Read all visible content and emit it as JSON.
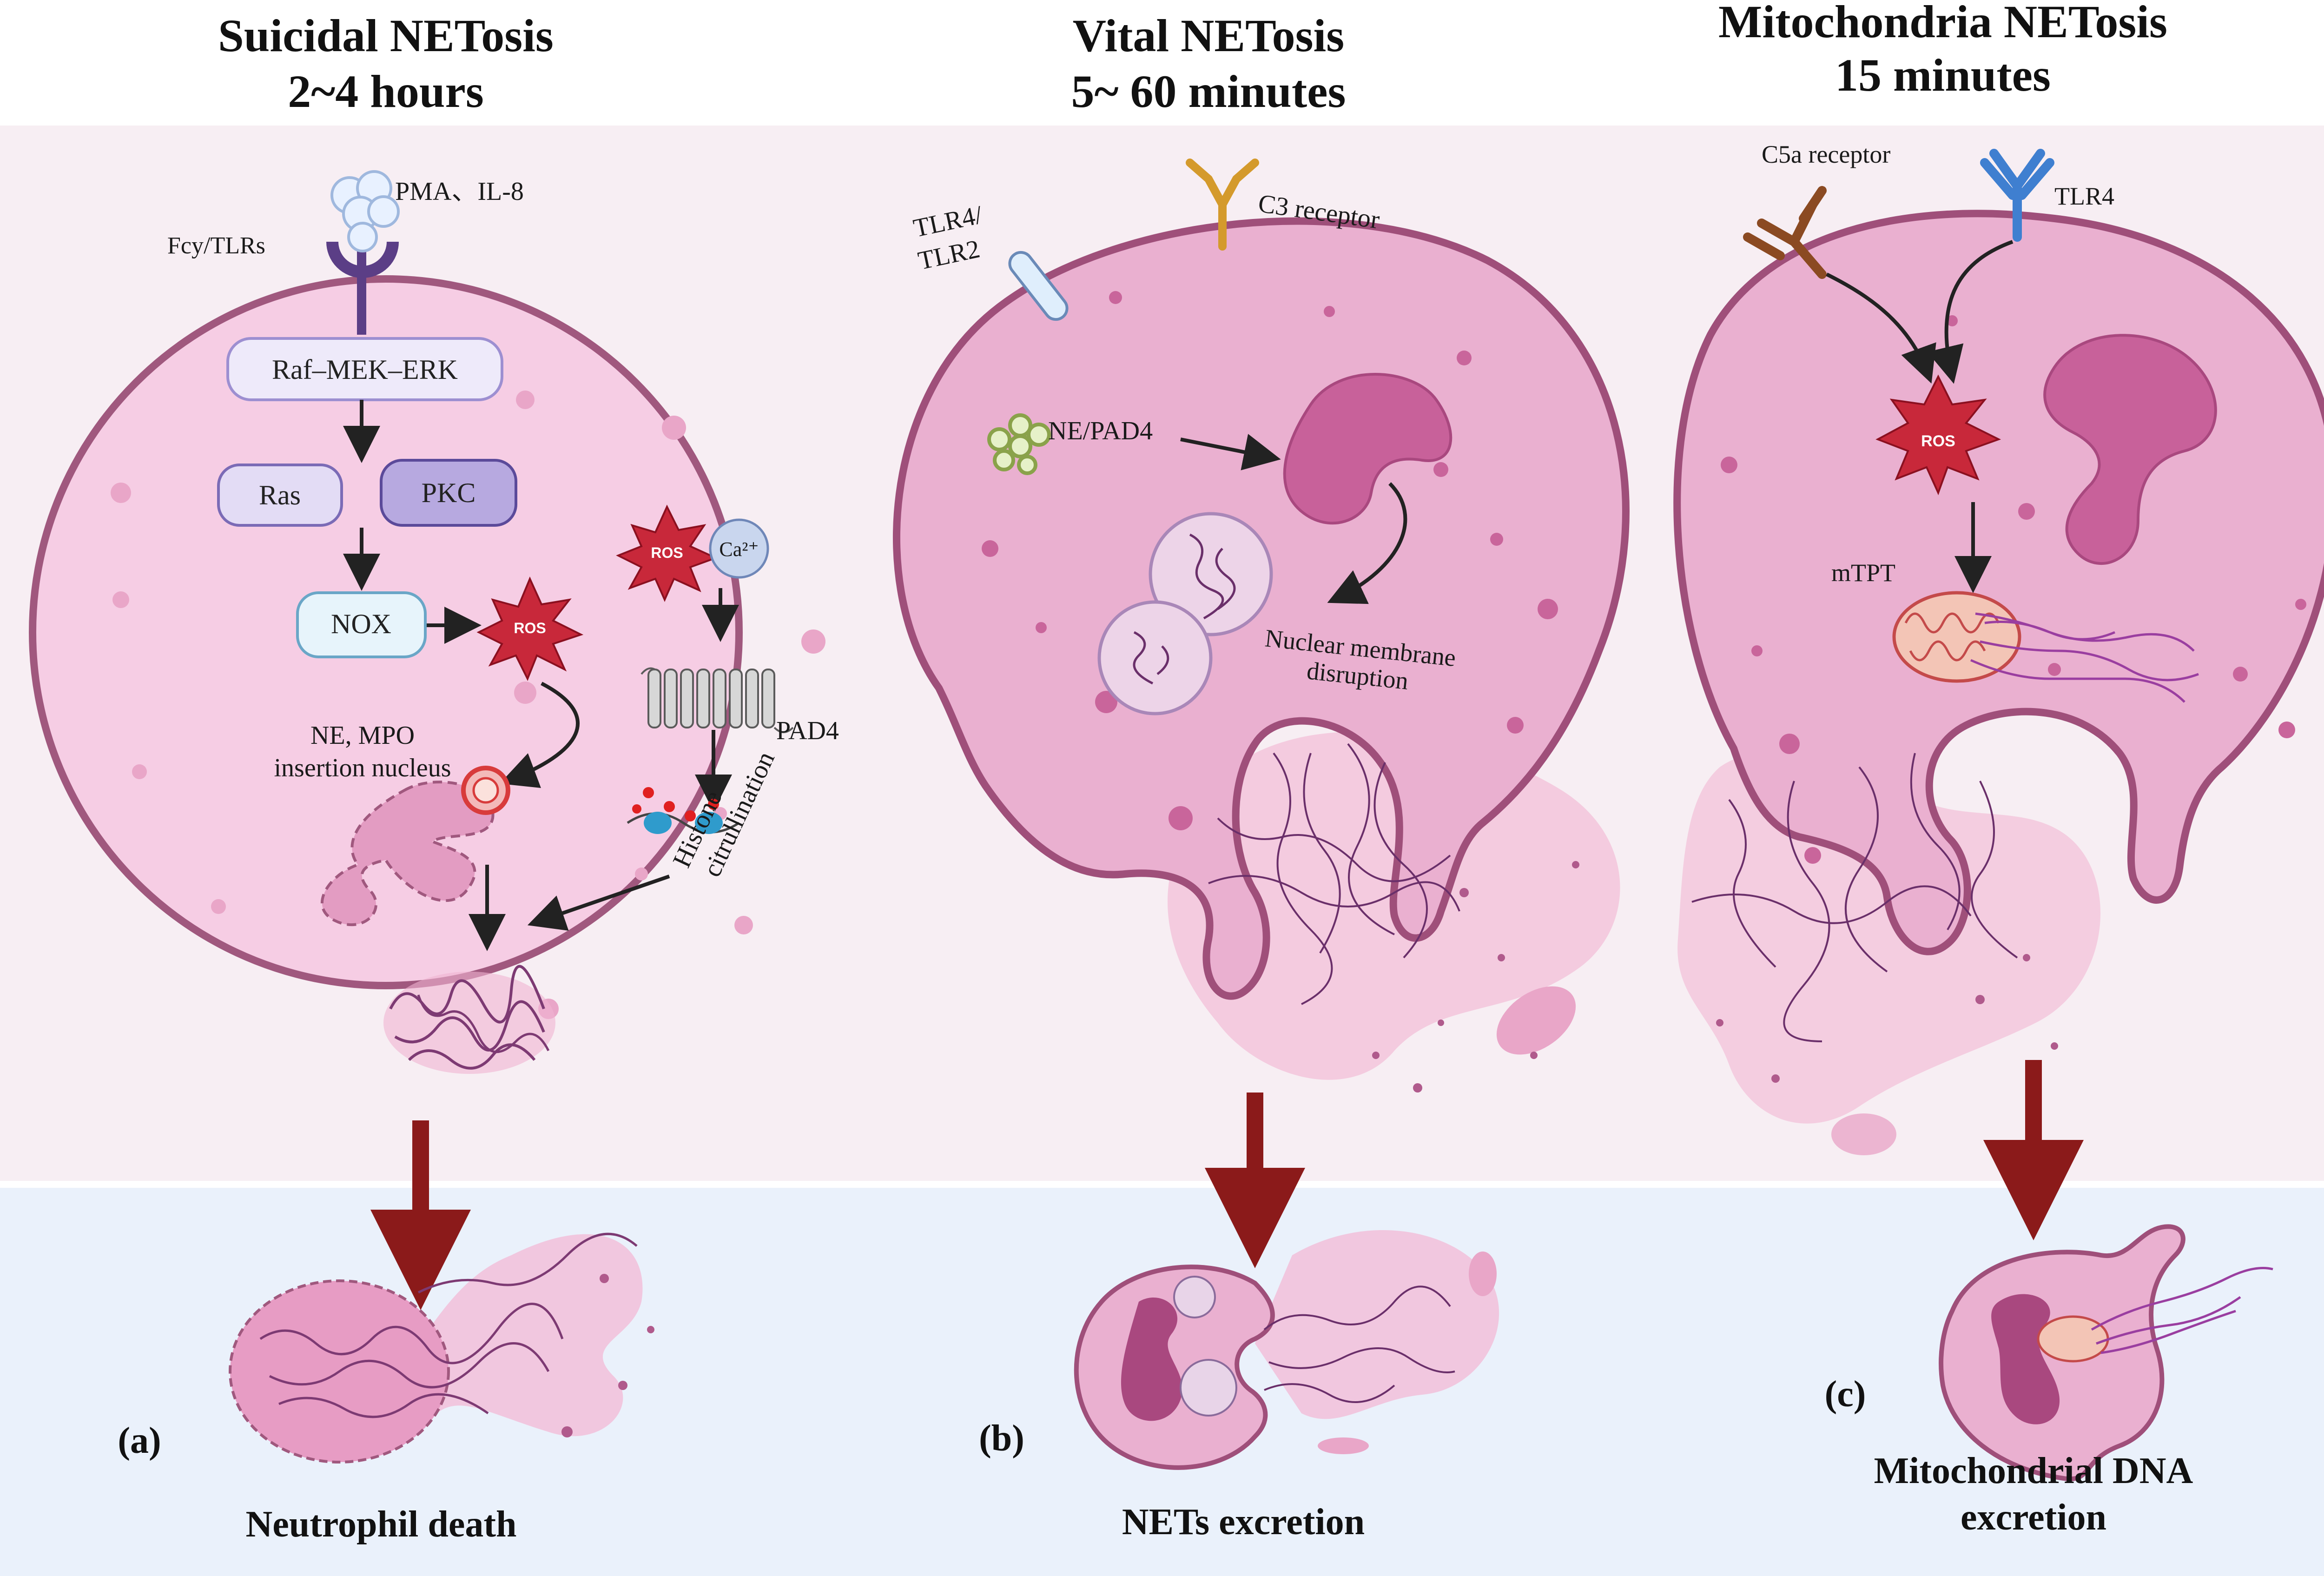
{
  "colors": {
    "top_band": "#f7eef3",
    "bottom_band": "#eaf1fb",
    "cell_fill": "#f6cde4",
    "cell_edge": "#a0587e",
    "cell_pink": "#e8a9ca",
    "nucleus": "#cc6fa0",
    "nucleus_dark": "#a9487f",
    "arrow_red": "#8b1a1a",
    "ros_red": "#c8283a",
    "box_purple": "#d9d0f0",
    "box_purple_dark": "#b7a9e0",
    "box_blue": "#e7f4fb",
    "receptor_orange": "#d49a2c",
    "receptor_blue": "#3f7fd0",
    "receptor_brown": "#8b4a22"
  },
  "panels": {
    "a": {
      "title_line1": "Suicidal NETosis",
      "title_line2": "2~4 hours",
      "stimuli": "PMA、IL-8",
      "receptor": "Fcy/TLRs",
      "raf": "Raf–MEK–ERK",
      "ras": "Ras",
      "pkc": "PKC",
      "nox": "NOX",
      "ros": "ROS",
      "ros2": "ROS",
      "ca": "Ca²⁺",
      "pad4": "PAD4",
      "ne_mpo_line1": "NE, MPO",
      "ne_mpo_line2": "insertion nucleus",
      "histone_line1": "Histone",
      "histone_line2": "citrullination",
      "panel_label": "(a)",
      "outcome": "Neutrophil death"
    },
    "b": {
      "title_line1": "Vital NETosis",
      "title_line2": "5~ 60 minutes",
      "c3": "C3 receptor",
      "tlr_line1": "TLR4/",
      "tlr_line2": "TLR2",
      "ne_pad4": "NE/PAD4",
      "nuclear_line1": "Nuclear membrane",
      "nuclear_line2": "disruption",
      "panel_label": "(b)",
      "outcome": "NETs excretion"
    },
    "c": {
      "title_line1": "Mitochondria NETosis",
      "title_line2": "15 minutes",
      "c5a": "C5a receptor",
      "tlr4": "TLR4",
      "ros": "ROS",
      "mtpt": "mTPT",
      "panel_label": "(c)",
      "outcome_line1": "Mitochondrial DNA",
      "outcome_line2": "excretion"
    }
  }
}
